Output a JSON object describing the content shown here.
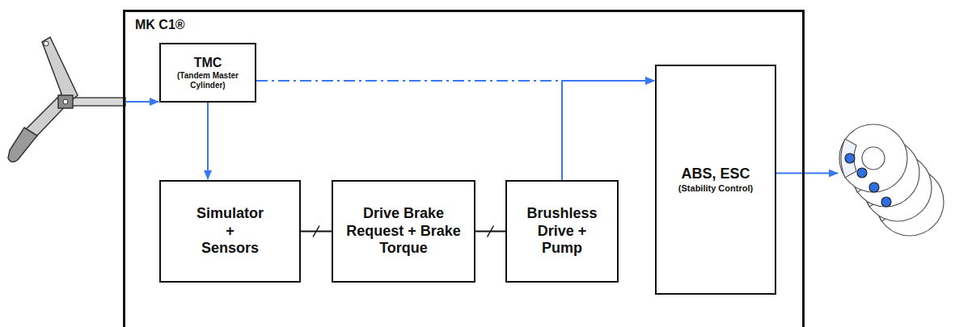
{
  "diagram": {
    "nodes": [
      {
        "text": [
          "MK C1®"
        ]
      },
      {
        "text": [
          "TMC",
          "(Tandem Master Cylinder)"
        ],
        "in": 0
      },
      {
        "text": [
          "Simulator + Sensors"
        ],
        "in": 0
      },
      {
        "text": [
          "Drive Brake Request + Brake Torque"
        ],
        "in": 0
      },
      {
        "text": [
          "Brushless Drive + Pump"
        ],
        "in": 0
      },
      {
        "text": [
          "ABS, ESC",
          "(Stability Control)"
        ],
        "in": 0
      }
    ],
    "edges": [
      {
        "from": 1,
        "to": 2,
        "arrow": "to"
      },
      {
        "from": 1,
        "to": 5,
        "arrow": "to"
      },
      {
        "from": 2,
        "to": 3,
        "arrow": "none"
      },
      {
        "from": 3,
        "to": 4,
        "arrow": "none"
      },
      {
        "from": 4,
        "to": 5,
        "arrow": "to"
      }
    ]
  }
}
